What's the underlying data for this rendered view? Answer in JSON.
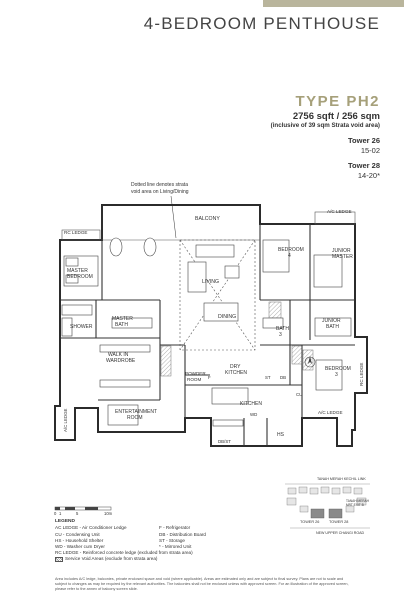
{
  "header": {
    "title": "4-BEDROOM PENTHOUSE",
    "type": "TYPE PH2",
    "area": "2756 sqft / 256 sqm",
    "inclusive_note": "(inclusive of 39 sqm Strata void area)"
  },
  "towers": [
    {
      "name": "Tower 26",
      "units": "15-02"
    },
    {
      "name": "Tower 28",
      "units": "14-20*"
    }
  ],
  "plan": {
    "callout": [
      "Dotted line denotes strata",
      "void area on Living/Dining"
    ],
    "rooms": {
      "balcony": "BALCONY",
      "ac_ledge_top": "A/C LEDGE",
      "rc_ledge_left": "RC LEDGE",
      "master_bedroom": [
        "MASTER",
        "BEDROOM"
      ],
      "living": "LIVING",
      "dining": "DINING",
      "bedroom4": [
        "BEDROOM",
        "4"
      ],
      "junior_master": [
        "JUNIOR",
        "MASTER"
      ],
      "shower": "SHOWER",
      "master_bath": [
        "MASTER",
        "BATH"
      ],
      "bath3": [
        "BATH",
        "3"
      ],
      "junior_bath": [
        "JUNIOR",
        "BATH"
      ],
      "walk_in_wardrobe": [
        "WALK IN",
        "WARDROBE"
      ],
      "powder_room": [
        "POWDER",
        "ROOM"
      ],
      "dry_kitchen": [
        "DRY",
        "KITCHEN"
      ],
      "bedroom3": [
        "BEDROOM",
        "3"
      ],
      "rc_ledge_right": "RC LEDGE",
      "entertainment_room": [
        "ENTERTAINMENT",
        "ROOM"
      ],
      "kitchen": "KITCHEN",
      "ac_ledge_bottom": "A/C LEDGE",
      "hs": "HS",
      "st": "ST",
      "f": "F",
      "db": "DB",
      "cu": "CU",
      "wd": "WD",
      "db_st": "DB/ST",
      "ac_ledge_left": "A/C LEDGE"
    }
  },
  "keyplan": {
    "road_top": "TANAH MERAH KECHIL LINK",
    "exit": [
      "TANAH MERAH",
      "MRT EXIT B"
    ],
    "tower26": "TOWER 26",
    "tower28": "TOWER 28",
    "road_bottom": "NEW UPPER CHANGI ROAD"
  },
  "scale": {
    "ticks": [
      "0",
      "1",
      "5",
      "10m"
    ]
  },
  "legend": {
    "title": "LEGEND",
    "items": [
      "AC LEDGE - Air Conditioner Ledge",
      "F - Refrigerator",
      "CU - Condensing Unit",
      "DB - Distribution Board",
      "HS - Household Shelter",
      "ST - Storage",
      "WD - Washer cum Dryer",
      "* - Mirrored Unit"
    ],
    "rc_note": "RC LEDGE - Reinforced concrete ledge (excluded from strata area)",
    "service_note": "Service Void Areas (exclude from strata area)"
  },
  "disclaimer": "Area includes A/C ledge, balconies, private enclosed space and void (where applicable). Areas are estimated only and are subject to final survey. Plans are not to scale and subject to changes as may be required by the relevant authorities. The balconies shall not be enclosed unless with approved screen. For an illustration of the approved screen, please refer to the annex of balcony screen slide."
}
